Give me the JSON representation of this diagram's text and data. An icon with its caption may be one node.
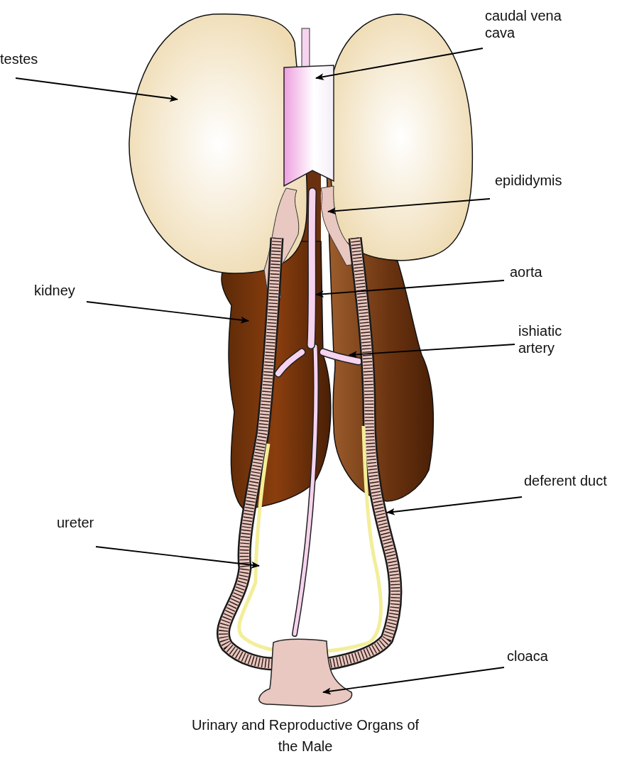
{
  "diagram": {
    "caption": "Urinary and Reproductive Organs of the Male",
    "nodes": [
      {
        "text": [
          "caudal vena cava"
        ]
      },
      {
        "text": [
          "testes"
        ]
      },
      {
        "text": [
          "epididymis"
        ]
      },
      {
        "text": [
          "aorta"
        ]
      },
      {
        "text": [
          "kidney"
        ]
      },
      {
        "text": [
          "ishiatic artery"
        ]
      },
      {
        "text": [
          "deferent duct"
        ]
      },
      {
        "text": [
          "ureter"
        ]
      },
      {
        "text": [
          "cloaca"
        ]
      },
      {
        "text": [],
        "shape": "picture"
      },
      {
        "text": [],
        "shape": "picture"
      },
      {
        "text": [],
        "shape": "picture"
      },
      {
        "text": [],
        "shape": "picture"
      },
      {
        "text": [],
        "shape": "picture"
      },
      {
        "text": [],
        "shape": "picture"
      },
      {
        "text": [],
        "shape": "picture"
      },
      {
        "text": [],
        "shape": "picture"
      },
      {
        "text": [],
        "shape": "picture"
      }
    ],
    "edges": [
      {
        "from": 0,
        "to": 10,
        "arrow": "to"
      },
      {
        "from": 1,
        "to": 9,
        "arrow": "to"
      },
      {
        "from": 2,
        "to": 11,
        "arrow": "to"
      },
      {
        "from": 3,
        "to": 12,
        "arrow": "to"
      },
      {
        "from": 4,
        "to": 13,
        "arrow": "to"
      },
      {
        "from": 5,
        "to": 14,
        "arrow": "to"
      },
      {
        "from": 6,
        "to": 15,
        "arrow": "to"
      },
      {
        "from": 7,
        "to": 16,
        "arrow": "to"
      },
      {
        "from": 8,
        "to": 17,
        "arrow": "to"
      }
    ]
  }
}
